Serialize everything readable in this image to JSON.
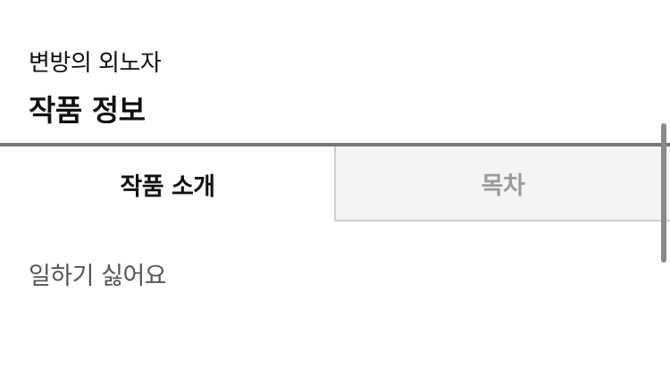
{
  "header": {
    "series_title": "변방의 외노자",
    "page_title": "작품 정보"
  },
  "tabs": [
    {
      "label": "작품 소개",
      "active": true
    },
    {
      "label": "목차",
      "active": false
    }
  ],
  "description": {
    "text": "일하기 싫어요"
  },
  "colors": {
    "divider": "#777777",
    "inactive_tab_bg": "#f4f4f4",
    "inactive_tab_text": "#9b9b9b",
    "active_tab_text": "#111111"
  }
}
